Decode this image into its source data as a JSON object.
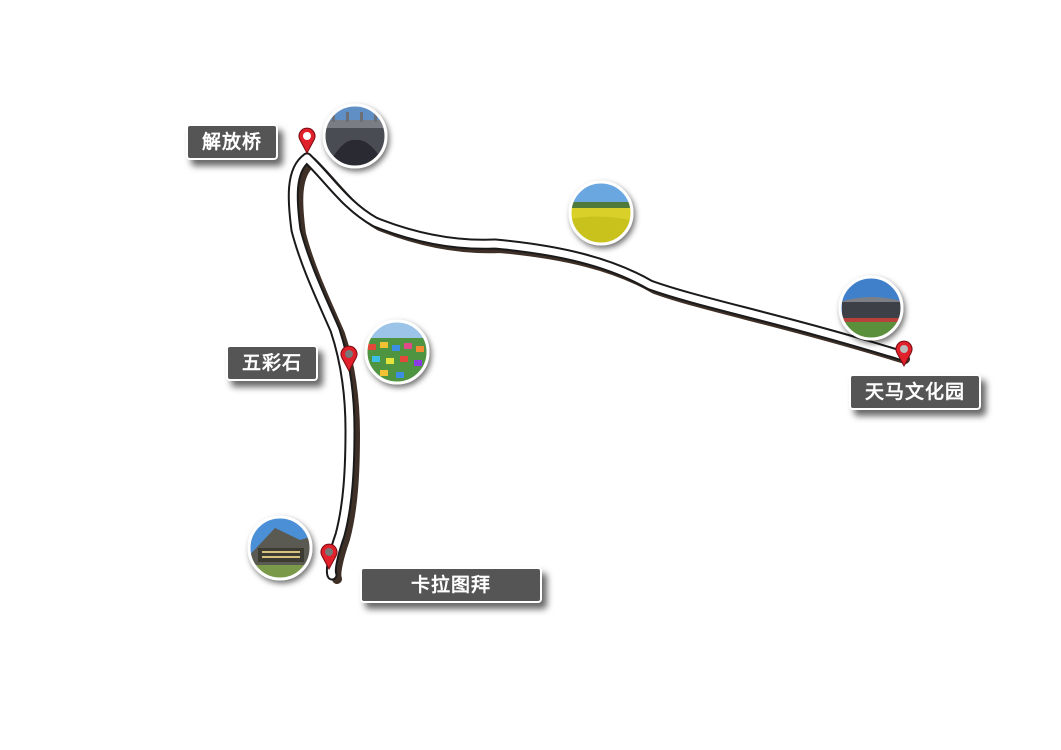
{
  "map": {
    "locations": [
      {
        "id": "jiefangqiao",
        "name": "解放桥"
      },
      {
        "id": "wucaishi",
        "name": "五彩石"
      },
      {
        "id": "tianma",
        "name": "天马文化园"
      },
      {
        "id": "kalatubai",
        "name": "卡拉图拜"
      }
    ],
    "photos": [
      {
        "id": "bridge",
        "icon": "bridge-photo-icon"
      },
      {
        "id": "rapeseed",
        "icon": "rapeseed-field-photo-icon"
      },
      {
        "id": "stadium",
        "icon": "stadium-photo-icon"
      },
      {
        "id": "tents",
        "icon": "tent-camp-photo-icon"
      },
      {
        "id": "park",
        "icon": "geopark-sign-photo-icon"
      }
    ],
    "colors": {
      "route": "#ffffff",
      "route_shadow": "#2a1a10",
      "pin": "#e0202a",
      "label_bg": "#555555",
      "label_text": "#ffffff"
    }
  }
}
